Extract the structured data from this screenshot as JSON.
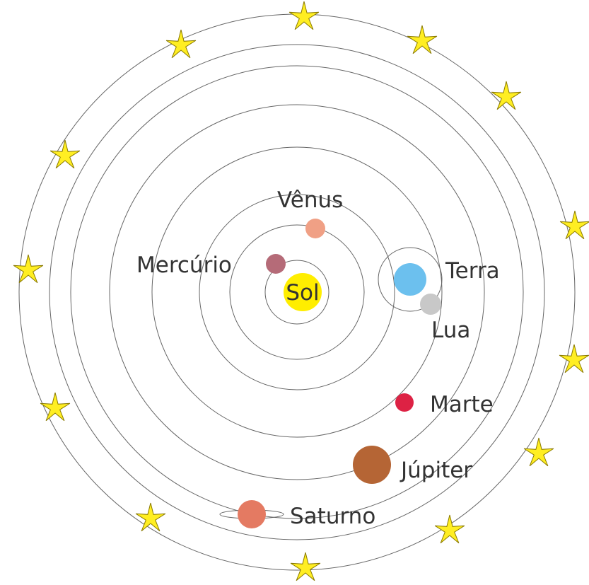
{
  "sun": {
    "label": "Sol",
    "color": "#ffee00"
  },
  "planets": {
    "mercurio": {
      "label": "Mercúrio",
      "color": "#b56b78"
    },
    "venus": {
      "label": "Vênus",
      "color": "#f0a085"
    },
    "terra": {
      "label": "Terra",
      "color": "#6cc0ee"
    },
    "lua": {
      "label": "Lua",
      "color": "#c8c8c8"
    },
    "marte": {
      "label": "Marte",
      "color": "#dd2244"
    },
    "jupiter": {
      "label": "Júpiter",
      "color": "#b56535"
    },
    "saturno": {
      "label": "Saturno",
      "color": "#e47a62"
    }
  },
  "star_color": "#ffee22",
  "orbit_color": "#666666"
}
